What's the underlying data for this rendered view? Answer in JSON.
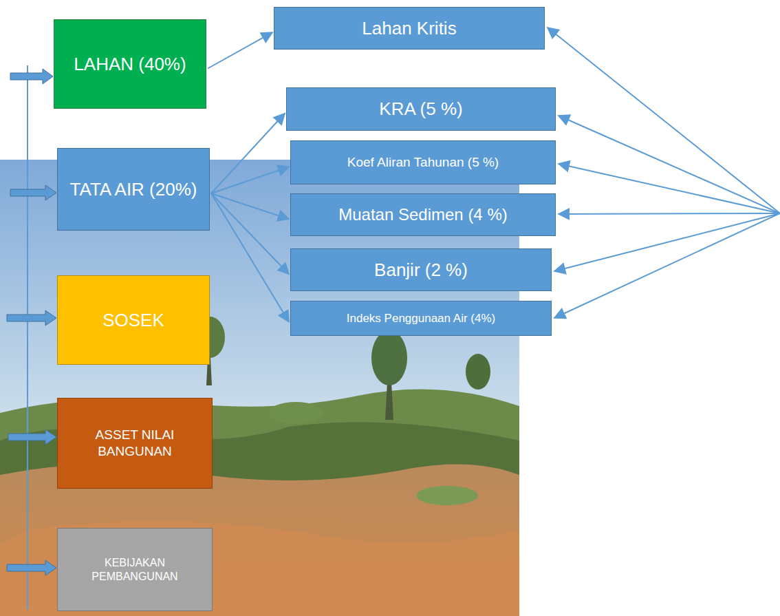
{
  "diagram": {
    "nodes": [
      {
        "text": [
          "LAHAN (40%)"
        ]
      },
      {
        "text": [
          "Lahan Kritis"
        ]
      },
      {
        "text": [
          "TATA AIR (20%)"
        ]
      },
      {
        "text": [
          "KRA (5 %)"
        ]
      },
      {
        "text": [
          "Koef Aliran Tahunan (5 %)"
        ]
      },
      {
        "text": [
          "Muatan Sedimen (4 %)"
        ]
      },
      {
        "text": [
          "Banjir (2 %)"
        ]
      },
      {
        "text": [
          "Indeks Penggunaan Air (4%)"
        ]
      },
      {
        "text": [
          "SOSEK"
        ]
      },
      {
        "text": [
          "ASSET NILAI BANGUNAN"
        ]
      },
      {
        "text": [
          "KEBIJAKAN PEMBANGUNAN"
        ]
      }
    ],
    "edges": [
      {
        "from": 0,
        "to": 1,
        "arrow": "to"
      },
      {
        "from": 2,
        "to": 3,
        "arrow": "to"
      },
      {
        "from": 2,
        "to": 4,
        "arrow": "to"
      },
      {
        "from": 2,
        "to": 5,
        "arrow": "to"
      },
      {
        "from": 2,
        "to": 6,
        "arrow": "to"
      },
      {
        "from": 2,
        "to": 7,
        "arrow": "to"
      }
    ]
  }
}
